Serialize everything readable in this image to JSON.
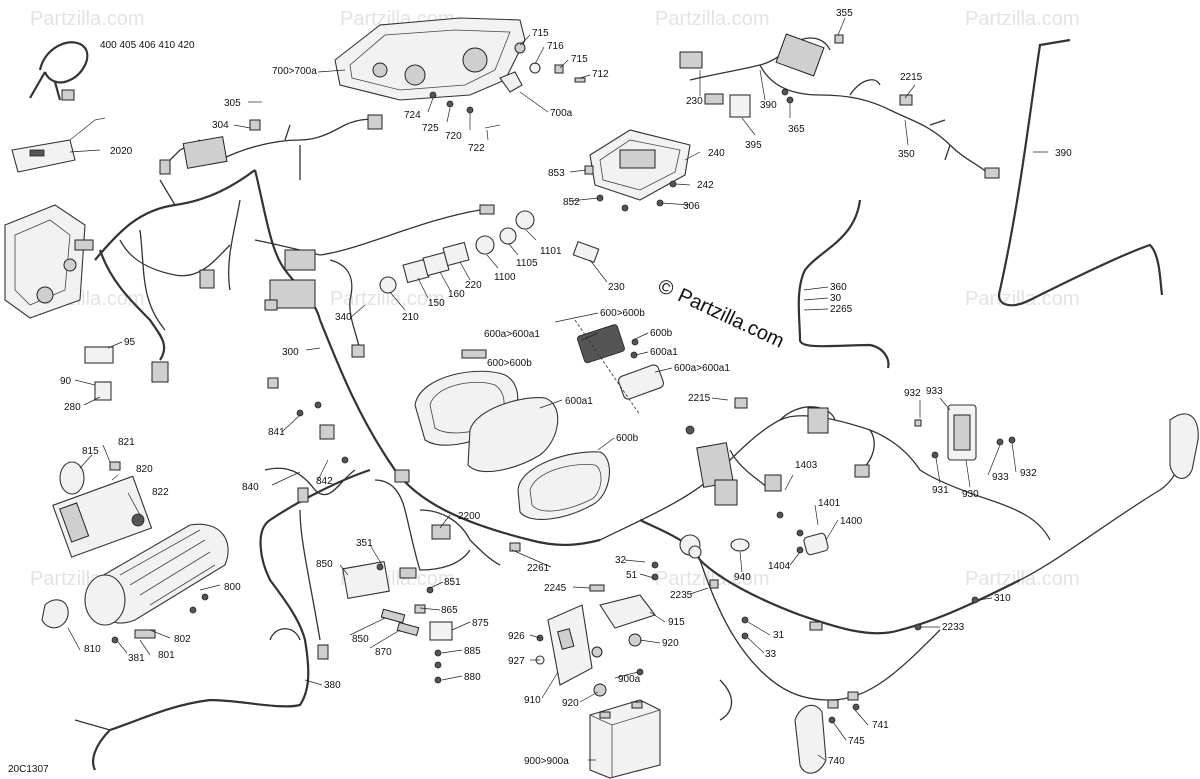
{
  "watermark": "Partzilla.com",
  "brand_stamp": "Partzilla.com",
  "diagram_code": "20C1307",
  "callouts": [
    "400 405 406 410 420",
    "2020",
    "305",
    "304",
    "700>700a",
    "715",
    "716",
    "715",
    "712",
    "700a",
    "724",
    "725",
    "720",
    "722",
    "355",
    "230",
    "390",
    "395",
    "365",
    "2215",
    "350",
    "390",
    "240",
    "853",
    "852",
    "242",
    "306",
    "1101",
    "1105",
    "1100",
    "230",
    "210",
    "150",
    "160",
    "220",
    "340",
    "300",
    "95",
    "90",
    "280",
    "360",
    "30",
    "2265",
    "600a>600a1",
    "600>600b",
    "600b",
    "600a1",
    "600a>600a1",
    "600>600b",
    "600a1",
    "600b",
    "2215",
    "932",
    "933",
    "931",
    "930",
    "933",
    "932",
    "841",
    "840",
    "842",
    "815",
    "821",
    "820",
    "822",
    "800",
    "810",
    "381",
    "801",
    "802",
    "1403",
    "1401",
    "1400",
    "1404",
    "2200",
    "351",
    "850",
    "851",
    "865",
    "875",
    "850",
    "870",
    "885",
    "880",
    "2261",
    "32",
    "51",
    "2245",
    "940",
    "2235",
    "915",
    "920",
    "31",
    "33",
    "310",
    "2233",
    "926",
    "927",
    "910",
    "920",
    "900a",
    "900>900a",
    "741",
    "745",
    "740",
    "380"
  ]
}
